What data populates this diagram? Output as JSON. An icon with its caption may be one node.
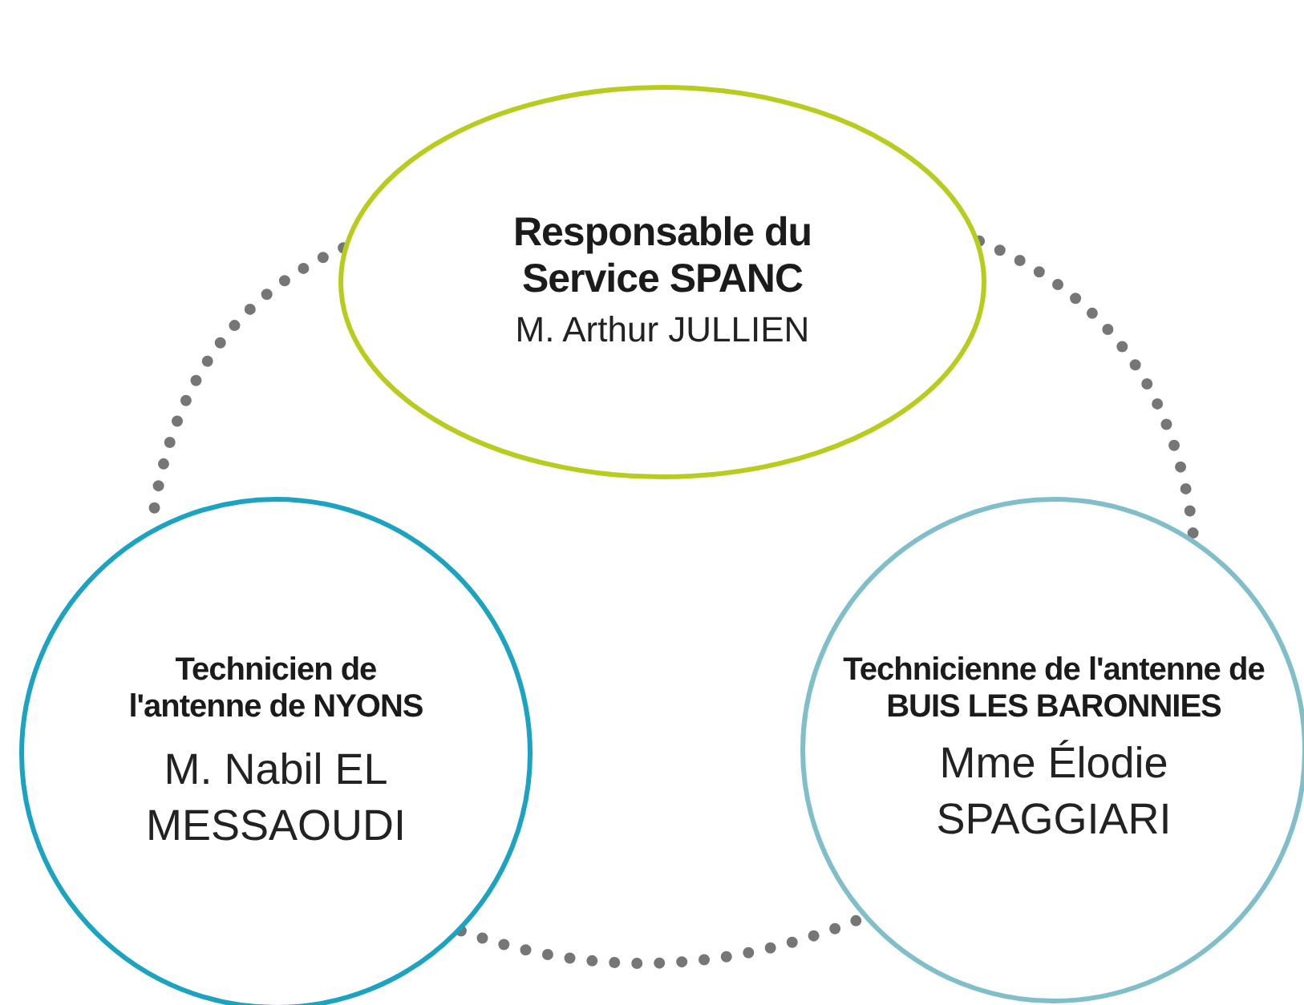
{
  "diagram": {
    "nodes": [
      {
        "text": [
          "Responsable du Service SPANC",
          "M. Arthur JULLIEN"
        ]
      },
      {
        "text": [
          "Technicien de l'antenne de NYONS",
          "M. Nabil EL MESSAOUDI"
        ]
      },
      {
        "text": [
          "Technicienne de l'antenne de BUIS LES BARONNIES",
          "Mme Élodie SPAGGIARI"
        ]
      }
    ],
    "edges": [
      {
        "from": 0,
        "to": 1,
        "arrow": "none",
        "style": "dashed"
      },
      {
        "from": 0,
        "to": 2,
        "arrow": "none",
        "style": "dashed"
      },
      {
        "from": 1,
        "to": 2,
        "arrow": "none",
        "style": "dashed"
      }
    ]
  }
}
